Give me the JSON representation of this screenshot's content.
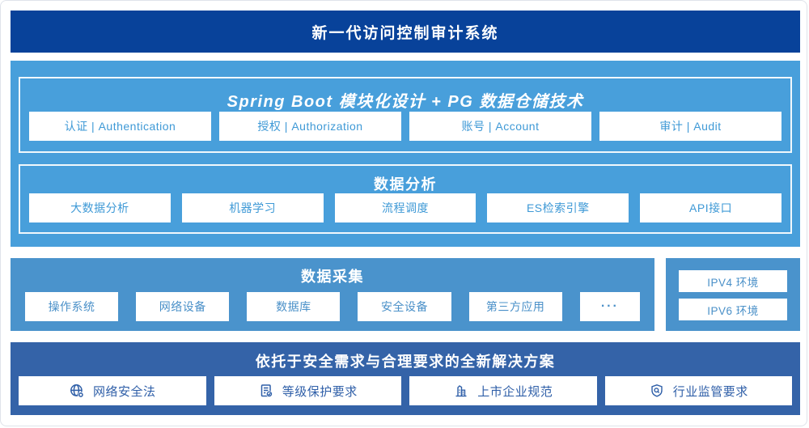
{
  "colors": {
    "banner_bg": "#08429A",
    "platform_bg": "#489FDB",
    "platform_text": "#3E99D6",
    "collect_bg": "#4A93CC",
    "collect_text": "#4A90C8",
    "solution_bg": "#3463A8",
    "solution_text": "#2F5FA8"
  },
  "banner": {
    "title": "新一代访问控制审计系统"
  },
  "platform": {
    "title": "Spring Boot 模块化设计 + PG 数据仓储技术",
    "modules": [
      "认证 | Authentication",
      "授权 | Authorization",
      "账号 | Account",
      "审计 | Audit"
    ],
    "analysis": {
      "title": "数据分析",
      "items": [
        "大数据分析",
        "机器学习",
        "流程调度",
        "ES检索引擎",
        "API接口"
      ]
    }
  },
  "collection": {
    "title": "数据采集",
    "items": [
      "操作系统",
      "网络设备",
      "数据库",
      "安全设备",
      "第三方应用"
    ],
    "more": "···",
    "environments": [
      "IPV4 环境",
      "IPV6 环境"
    ]
  },
  "solution": {
    "title": "依托于安全需求与合理要求的全新解决方案",
    "items": [
      {
        "icon": "globe-icon",
        "label": "网络安全法"
      },
      {
        "icon": "checklist-icon",
        "label": "等级保护要求"
      },
      {
        "icon": "buildings-icon",
        "label": "上市企业规范"
      },
      {
        "icon": "shield-search-icon",
        "label": "行业监管要求"
      }
    ]
  }
}
